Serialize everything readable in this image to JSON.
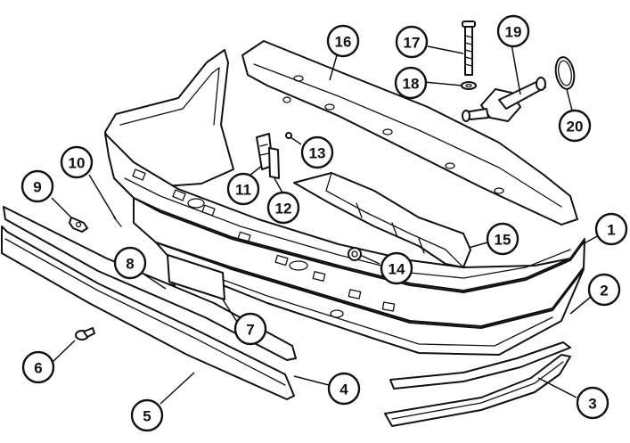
{
  "callouts": [
    {
      "id": "1",
      "label": "1"
    },
    {
      "id": "2",
      "label": "2"
    },
    {
      "id": "3",
      "label": "3"
    },
    {
      "id": "4",
      "label": "4"
    },
    {
      "id": "5",
      "label": "5"
    },
    {
      "id": "6",
      "label": "6"
    },
    {
      "id": "7",
      "label": "7"
    },
    {
      "id": "8",
      "label": "8"
    },
    {
      "id": "9",
      "label": "9"
    },
    {
      "id": "10",
      "label": "10"
    },
    {
      "id": "11",
      "label": "11"
    },
    {
      "id": "12",
      "label": "12"
    },
    {
      "id": "13",
      "label": "13"
    },
    {
      "id": "14",
      "label": "14"
    },
    {
      "id": "15",
      "label": "15"
    },
    {
      "id": "16",
      "label": "16"
    },
    {
      "id": "17",
      "label": "17"
    },
    {
      "id": "18",
      "label": "18"
    },
    {
      "id": "19",
      "label": "19"
    },
    {
      "id": "20",
      "label": "20"
    }
  ],
  "colors": {
    "line": "#111111",
    "background": "#ffffff"
  }
}
